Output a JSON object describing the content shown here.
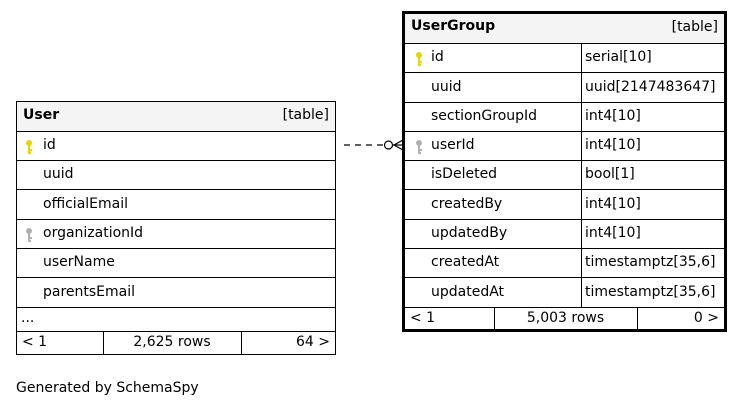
{
  "tables": {
    "user": {
      "name": "User",
      "kind": "[table]",
      "columns": [
        "id",
        "uuid",
        "officialEmail",
        "organizationId",
        "userName",
        "parentsEmail"
      ],
      "ellipsis": "...",
      "parents": "< 1",
      "rows": "2,625 rows",
      "children": "64 >"
    },
    "usergroup": {
      "name": "UserGroup",
      "kind": "[table]",
      "columns": [
        {
          "name": "id",
          "type": "serial[10]"
        },
        {
          "name": "uuid",
          "type": "uuid[2147483647]"
        },
        {
          "name": "sectionGroupId",
          "type": "int4[10]"
        },
        {
          "name": "userId",
          "type": "int4[10]"
        },
        {
          "name": "isDeleted",
          "type": "bool[1]"
        },
        {
          "name": "createdBy",
          "type": "int4[10]"
        },
        {
          "name": "updatedBy",
          "type": "int4[10]"
        },
        {
          "name": "createdAt",
          "type": "timestamptz[35,6]"
        },
        {
          "name": "updatedAt",
          "type": "timestamptz[35,6]"
        }
      ],
      "parents": "< 1",
      "rows": "5,003 rows",
      "children": "0 >"
    }
  },
  "colors": {
    "primary_key": "#e8d400",
    "foreign_key": "#b0b0b0",
    "header_bg": "#f4f4f4"
  },
  "footer": "Generated by SchemaSpy"
}
